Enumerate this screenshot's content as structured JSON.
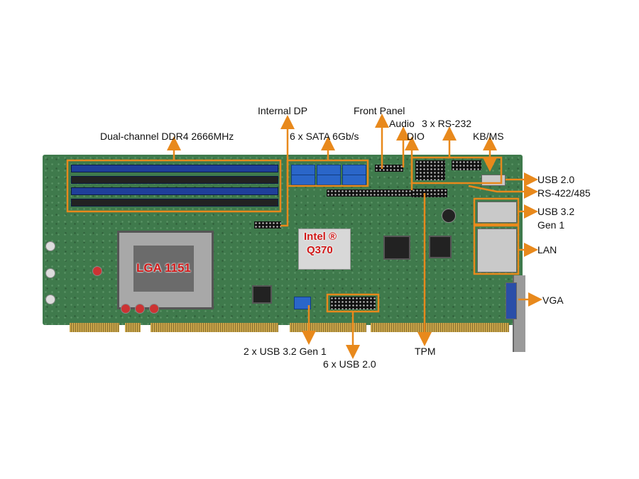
{
  "labels": {
    "internal_dp": "Internal DP",
    "front_panel": "Front Panel",
    "audio": "Audio",
    "rs232": "3 x RS-232",
    "ddr4": "Dual-channel DDR4 2666MHz",
    "sata": "6 x SATA 6Gb/s",
    "dio": "DIO",
    "kbms": "KB/MS",
    "usb20_rear": "USB 2.0",
    "rs422": "RS-422/485",
    "usb32_rear_1": "USB 3.2",
    "usb32_rear_2": "Gen 1",
    "lan": "LAN",
    "vga": "VGA",
    "usb32_internal": "2 x USB 3.2 Gen 1",
    "usb20_internal": "6 x USB 2.0",
    "tpm": "TPM"
  },
  "board": {
    "cpu_socket": "LGA 1151",
    "chipset_line1": "Intel ®",
    "chipset_line2": "Q370"
  },
  "colors": {
    "accent": "#e8891c",
    "pcb": "#3f7a4c",
    "chip_text": "#d01818"
  }
}
